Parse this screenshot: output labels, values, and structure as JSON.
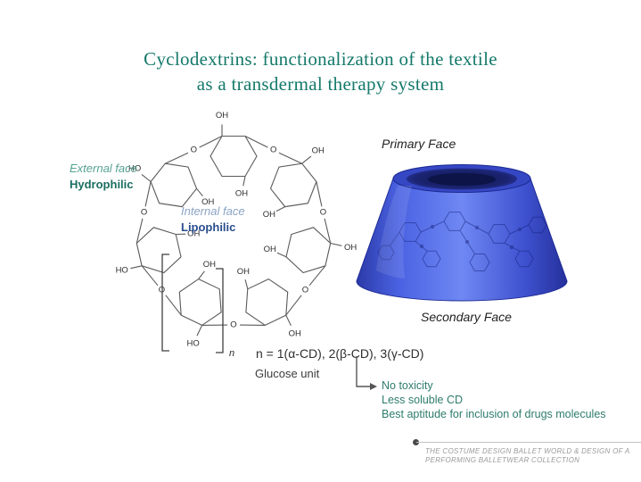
{
  "title": {
    "line1": "Cyclodextrins: functionalization of the textile",
    "line2": "as a transdermal therapy system"
  },
  "molecule": {
    "external_face_label": "External face",
    "external_face_property": "Hydrophilic",
    "internal_face_label": "Internal face",
    "internal_face_property": "Lipophilic",
    "ring_oxygen": "O",
    "hydroxyl": "OH",
    "hydroxyl_reversed": "HO",
    "repeat_subscript": "n",
    "repeat_equation": "n = 1(α-CD), 2(β-CD), 3(γ-CD)",
    "glucose_unit_label": "Glucose unit"
  },
  "cone": {
    "primary_face_label": "Primary Face",
    "secondary_face_label": "Secondary Face",
    "body_color": "#4a62e2",
    "cavity_color": "#0d1448"
  },
  "benefits": [
    "No toxicity",
    "Less soluble CD",
    "Best aptitude for inclusion of drugs molecules"
  ],
  "footer": {
    "line1": "THE COSTUME DESIGN BALLET WORLD & DESIGN OF A",
    "line2": "PERFORMING BALLETWEAR COLLECTION"
  },
  "colors": {
    "title_teal": "#14796a",
    "external_italic": "#56a393",
    "hydrophilic_teal": "#1b6e60",
    "internal_italic": "#8aa3c4",
    "lipophilic_blue": "#2a4d8e",
    "benefit_teal": "#2e7c6d",
    "structure_line": "#5a5a5a",
    "footer_gray": "#9a9a9a"
  }
}
